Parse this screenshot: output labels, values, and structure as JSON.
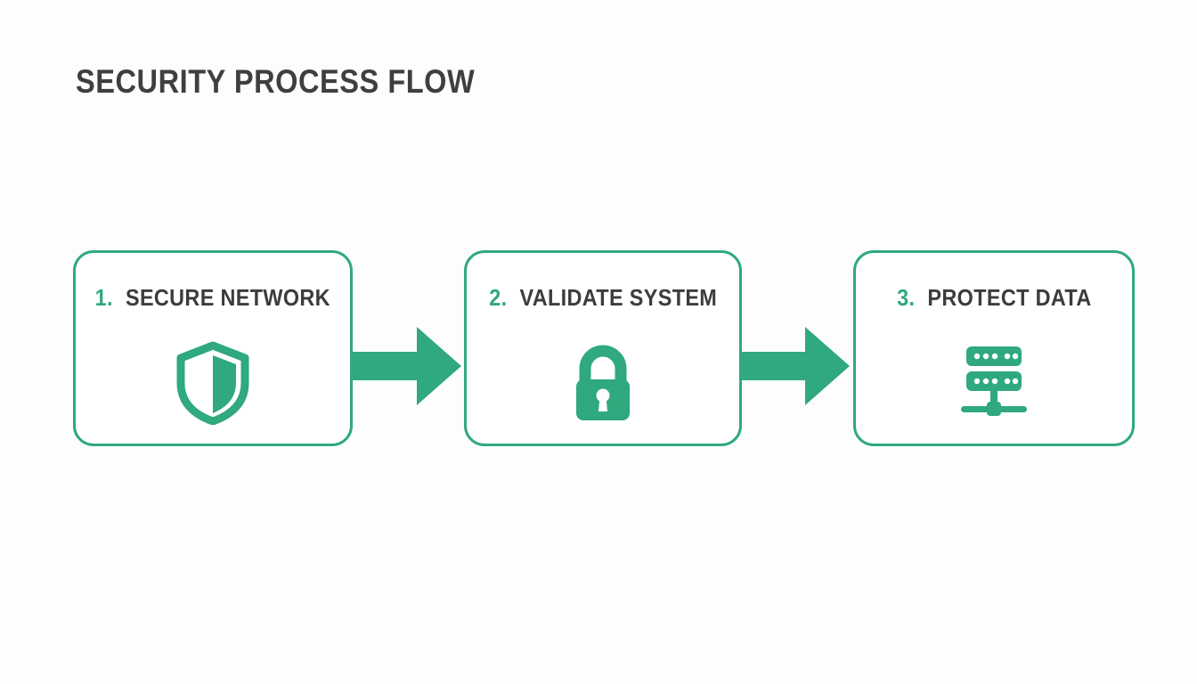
{
  "page": {
    "title": "SECURITY PROCESS FLOW",
    "background_color": "#fdfdfe",
    "accent_color": "#2fa97d",
    "text_color": "#3c3c3c"
  },
  "flow": {
    "steps": [
      {
        "number": "1.",
        "label": "SECURE NETWORK",
        "icon": "shield-icon"
      },
      {
        "number": "2.",
        "label": "VALIDATE SYSTEM",
        "icon": "lock-icon"
      },
      {
        "number": "3.",
        "label": "PROTECT DATA",
        "icon": "server-network-icon"
      }
    ],
    "connectors": [
      {
        "icon": "arrow-right-icon",
        "direction": "right"
      },
      {
        "icon": "arrow-right-icon",
        "direction": "right"
      }
    ]
  }
}
